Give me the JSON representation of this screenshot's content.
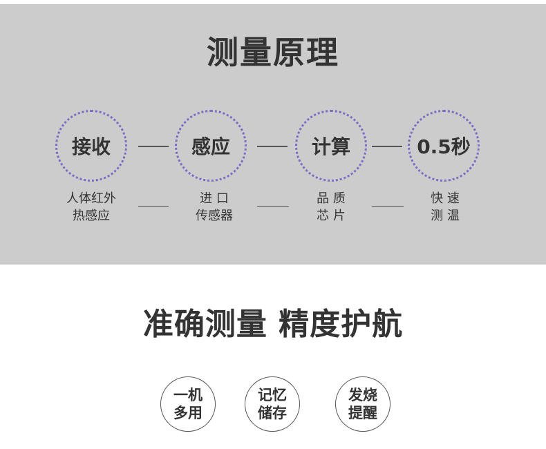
{
  "principle": {
    "title": "测量原理",
    "steps": [
      {
        "circle_label": "接收",
        "caption_line1": "人体红外",
        "caption_line2": "热感应"
      },
      {
        "circle_label": "感应",
        "caption_line1": "进 口",
        "caption_line2": "传感器"
      },
      {
        "circle_label": "计算",
        "caption_line1": "品 质",
        "caption_line2": "芯 片"
      },
      {
        "circle_label": "0.5秒",
        "caption_line1": "快 速",
        "caption_line2": "测 温"
      }
    ],
    "colors": {
      "panel_background": "#cccccc",
      "circle_dots": "#7b6bc4",
      "text": "#333333"
    }
  },
  "headline": "准确测量 精度护航",
  "features": [
    {
      "line1": "一机",
      "line2": "多用"
    },
    {
      "line1": "记忆",
      "line2": "储存"
    },
    {
      "line1": "发烧",
      "line2": "提醒"
    }
  ]
}
